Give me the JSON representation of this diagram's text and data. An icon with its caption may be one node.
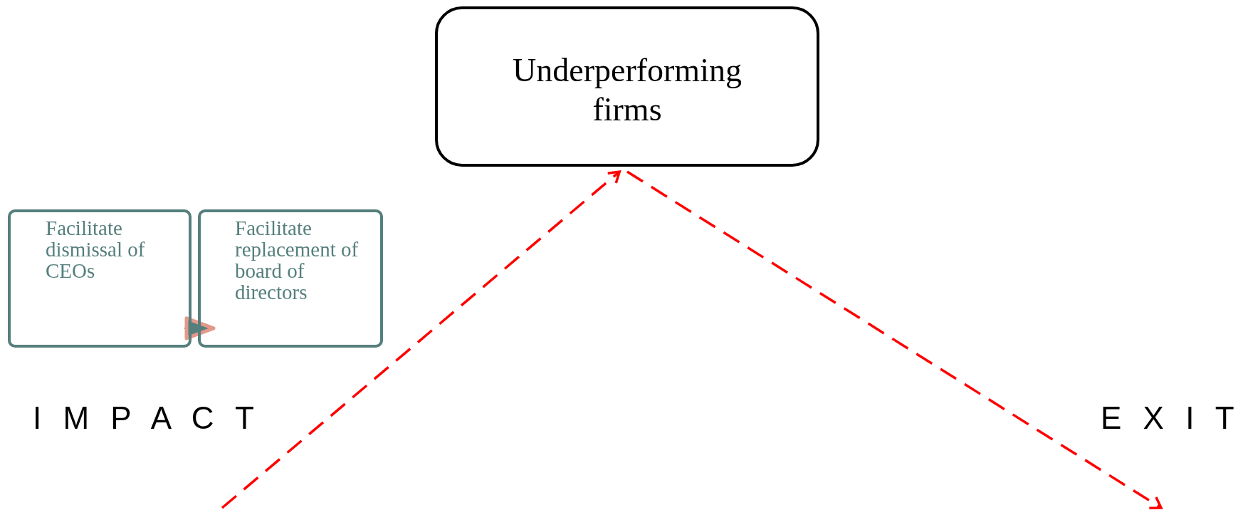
{
  "diagram": {
    "nodes": [
      {
        "text": [
          "Underperforming firms"
        ]
      },
      {
        "text": [
          "Facilitate dismissal of CEOs"
        ]
      },
      {
        "text": [
          "Facilitate replacement of board of directors"
        ]
      }
    ],
    "edges": [
      {
        "from": null,
        "to": 0,
        "arrow": "to",
        "style": "dashed",
        "color": "#ff0000"
      },
      {
        "from": 0,
        "to": null,
        "arrow": "to",
        "style": "dashed",
        "color": "#ff0000"
      },
      {
        "from": 1,
        "to": 2,
        "arrow": "to",
        "color": "#557f7c"
      }
    ],
    "labels": [
      "I M P A C T",
      "E X I T"
    ]
  }
}
